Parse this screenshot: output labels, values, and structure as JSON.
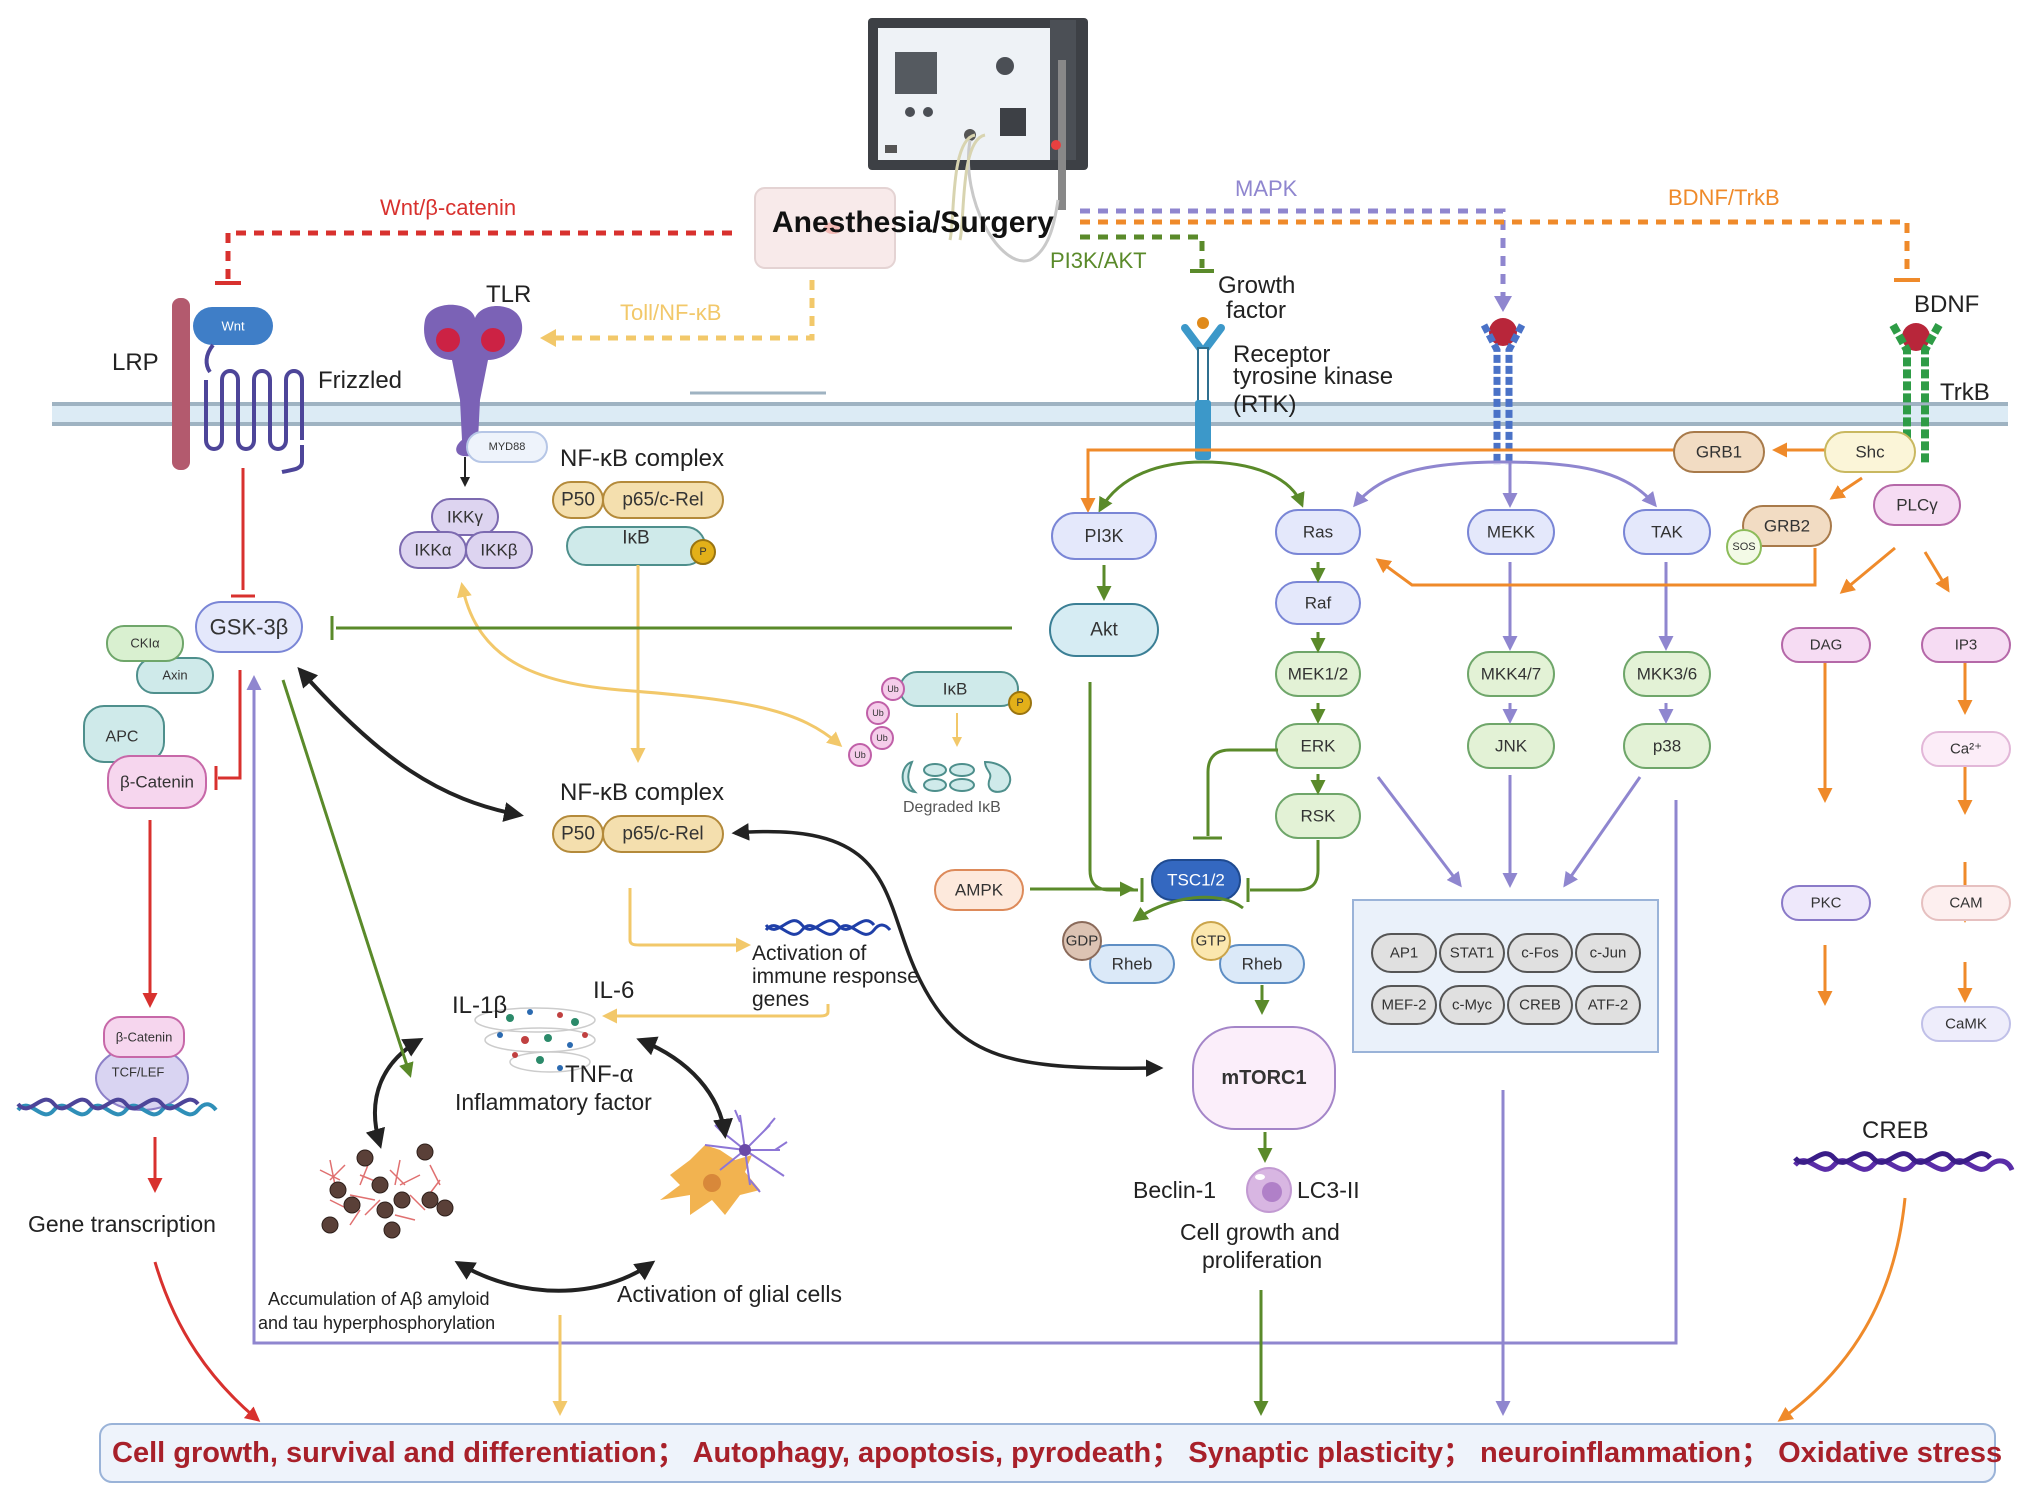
{
  "title": "Anesthesia/Surgery",
  "pathway_labels": {
    "wnt": "Wnt/β-catenin",
    "toll": "Toll/NF-κB",
    "pi3k": "PI3K/AKT",
    "mapk": "MAPK",
    "bdnf": "BDNF/TrkB"
  },
  "colors": {
    "wnt": "#d8312e",
    "toll": "#f2c86a",
    "pi3k": "#5a8a2a",
    "mapk": "#8f86cf",
    "bdnf": "#ef8a2a",
    "black": "#222222",
    "banner_text": "#a8202a"
  },
  "receptors": {
    "lrp": "LRP",
    "wnt": "Wnt",
    "frizzled": "Frizzled",
    "tlr": "TLR",
    "myd88": "MYD88",
    "growth_factor": "Growth factor",
    "growth_factor_l1": "Growth",
    "growth_factor_l2": "factor",
    "rtk_l1": "Receptor",
    "rtk_l2": "tyrosine kinase",
    "rtk_l3": "(RTK)",
    "bdnf": "BDNF",
    "trkb": "TrkB"
  },
  "wnt_branch": {
    "gsk3b": "GSK-3β",
    "ck1a": "CKIα",
    "axin": "Axin",
    "apc": "APC",
    "beta_catenin": "β-Catenin",
    "beta_catenin_2": "β-Catenin",
    "tcf_lef": "TCF/LEF",
    "gene_transcription": "Gene transcription"
  },
  "nfkb_branch": {
    "ikk_gamma": "IKKγ",
    "ikk_alpha": "IKKα",
    "ikk_beta": "IKKβ",
    "complex_title": "NF-κB complex",
    "p50": "P50",
    "p65": "p65/c-Rel",
    "ikb": "IκB",
    "phospho": "P",
    "ub": "Ub",
    "degraded_ikb": "Degraded IκB",
    "complex_title_2": "NF-κB complex",
    "activation_l1": "Activation of",
    "activation_l2": "immune response",
    "activation_l3": "genes",
    "il1b": "IL-1β",
    "il6": "IL-6",
    "tnfa": "TNF-α",
    "inflammatory": "Inflammatory factor",
    "amyloid_l1": "Accumulation of Aβ amyloid",
    "amyloid_l2": "and tau hyperphosphorylation",
    "glial": "Activation of glial cells"
  },
  "pi3k_branch": {
    "pi3k": "PI3K",
    "akt": "Akt",
    "ampk": "AMPK",
    "tsc": "TSC1/2",
    "gdp": "GDP",
    "gtp": "GTP",
    "rheb": "Rheb",
    "mtorc1": "mTORC1",
    "beclin": "Beclin-1",
    "lc3": "LC3-II",
    "growth_l1": "Cell growth and",
    "growth_l2": "proliferation"
  },
  "mapk_branch": {
    "ras": "Ras",
    "raf": "Raf",
    "mek": "MEK1/2",
    "erk": "ERK",
    "rsk": "RSK",
    "mekk": "MEKK",
    "mkk47": "MKK4/7",
    "jnk": "JNK",
    "tak": "TAK",
    "mkk36": "MKK3/6",
    "p38": "p38",
    "transcription_factors": [
      "AP1",
      "STAT1",
      "c-Fos",
      "c-Jun",
      "MEF-2",
      "c-Myc",
      "CREB",
      "ATF-2"
    ]
  },
  "bdnf_branch": {
    "grb1": "GRB1",
    "shc": "Shc",
    "grb2": "GRB2",
    "sos": "SOS",
    "plcg": "PLCγ",
    "dag": "DAG",
    "ip3": "IP3",
    "ca": "Ca²⁺",
    "pkc": "PKC",
    "cam": "CAM",
    "camk": "CaMK",
    "creb": "CREB"
  },
  "banner": {
    "items": [
      "Cell growth, survival and differentiation",
      "Autophagy, apoptosis, pyrodeath",
      "Synaptic plasticity",
      "neuroinflammation",
      "Oxidative stress"
    ],
    "separator": "；",
    "text": "Cell growth, survival and differentiation；  Autophagy, apoptosis, pyrodeath；  Synaptic plasticity；  neuroinflammation；  Oxidative stress"
  }
}
